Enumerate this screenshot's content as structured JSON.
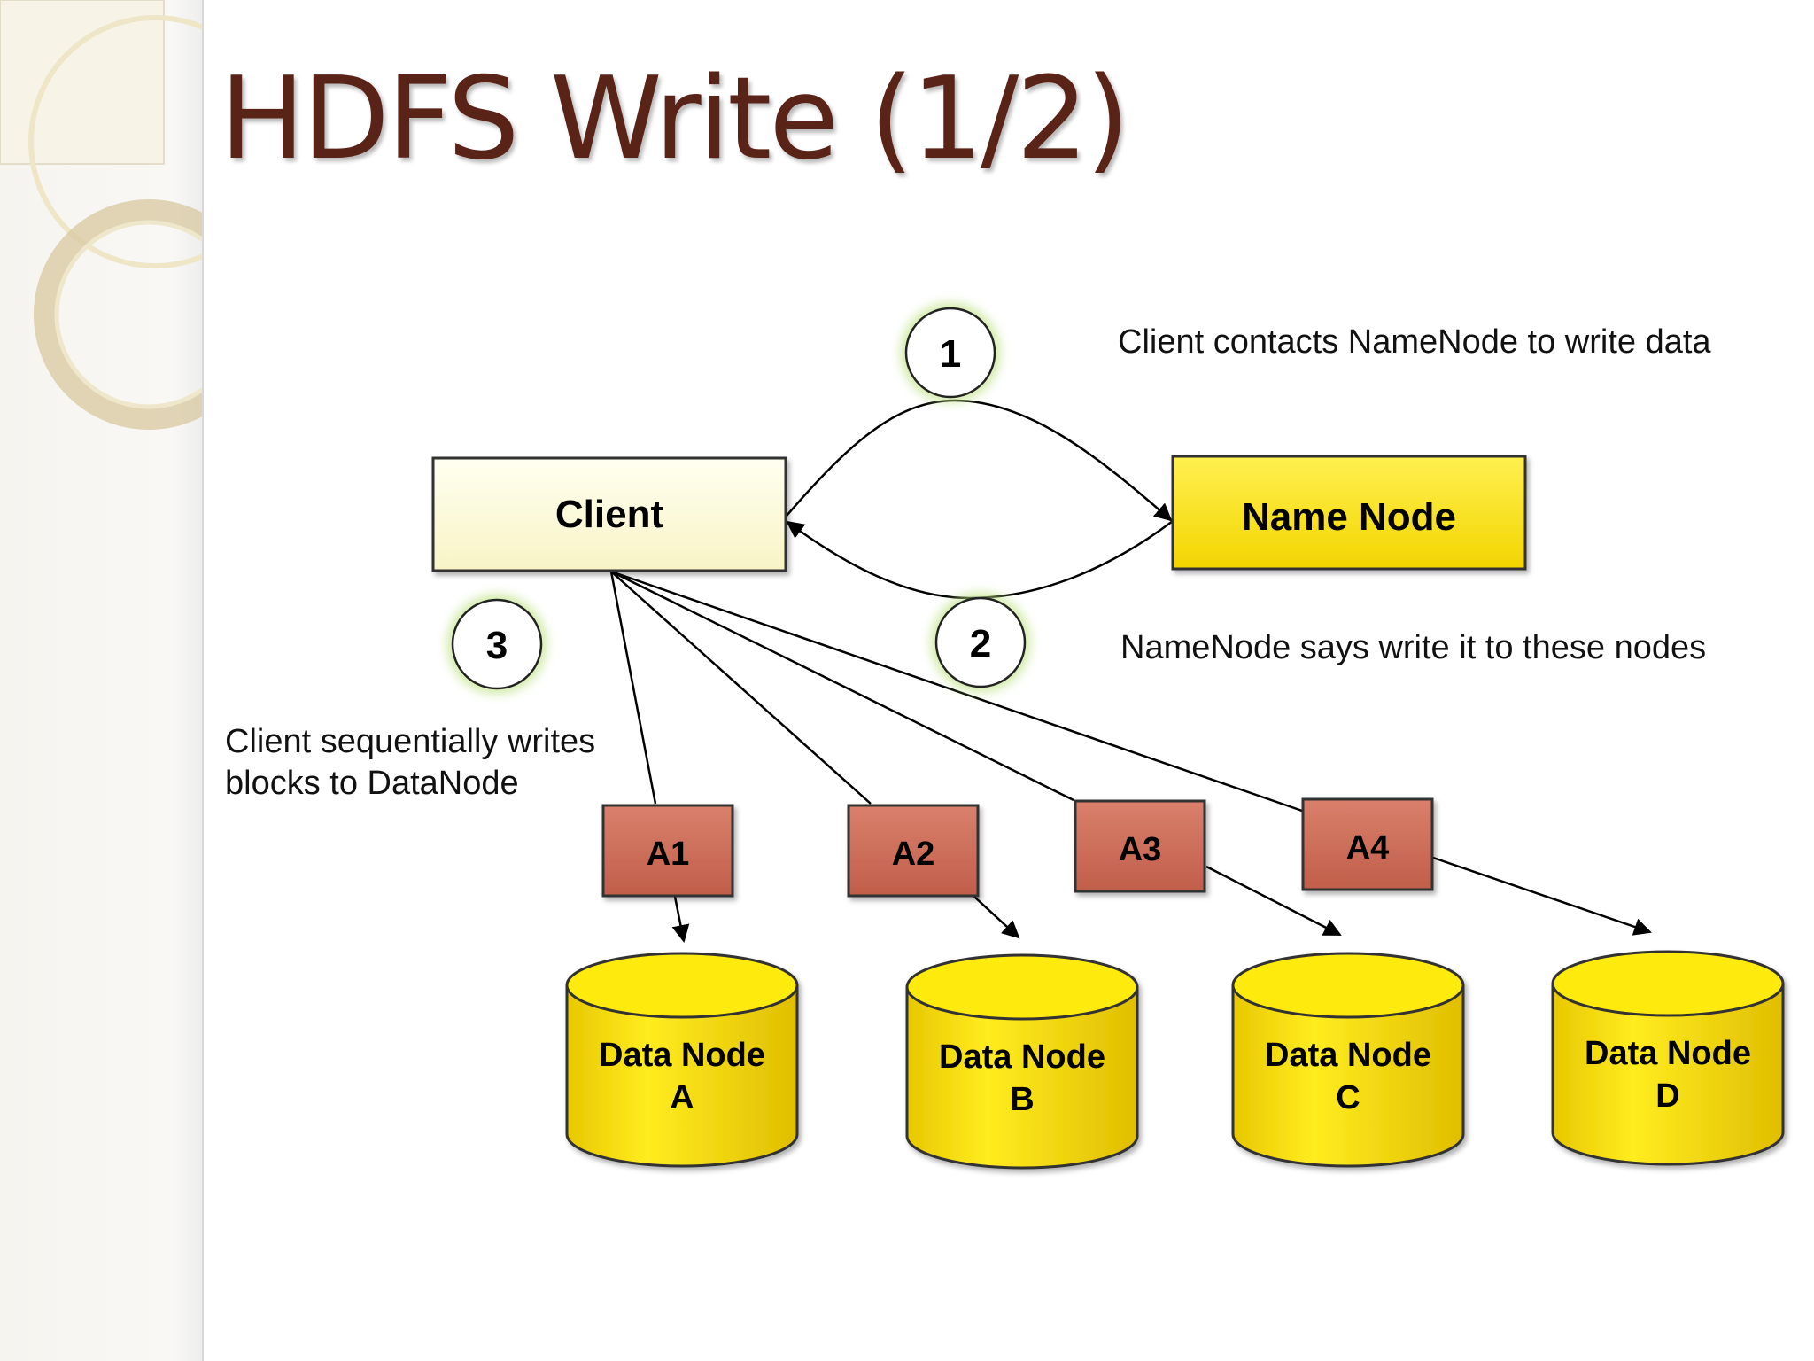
{
  "title": "HDFS Write (1/2)",
  "nodes": {
    "client": "Client",
    "name_node": "Name Node"
  },
  "steps": [
    {
      "number": "1",
      "caption": "Client contacts NameNode to write data"
    },
    {
      "number": "2",
      "caption": "NameNode says write it to these nodes"
    },
    {
      "number": "3",
      "caption_line1": "Client sequentially writes",
      "caption_line2": "blocks to DataNode"
    }
  ],
  "blocks": [
    "A1",
    "A2",
    "A3",
    "A4"
  ],
  "data_nodes": [
    {
      "line1": "Data Node",
      "line2": "A"
    },
    {
      "line1": "Data Node",
      "line2": "B"
    },
    {
      "line1": "Data Node",
      "line2": "C"
    },
    {
      "line1": "Data Node",
      "line2": "D"
    }
  ],
  "colors": {
    "title": "#5a2317",
    "client_fill": "#fdfbd3",
    "name_node_fill": "#ffe614",
    "block_fill": "#cc6b57",
    "data_node_fill": "#ffe400",
    "step_glow": "#b9e07a"
  }
}
